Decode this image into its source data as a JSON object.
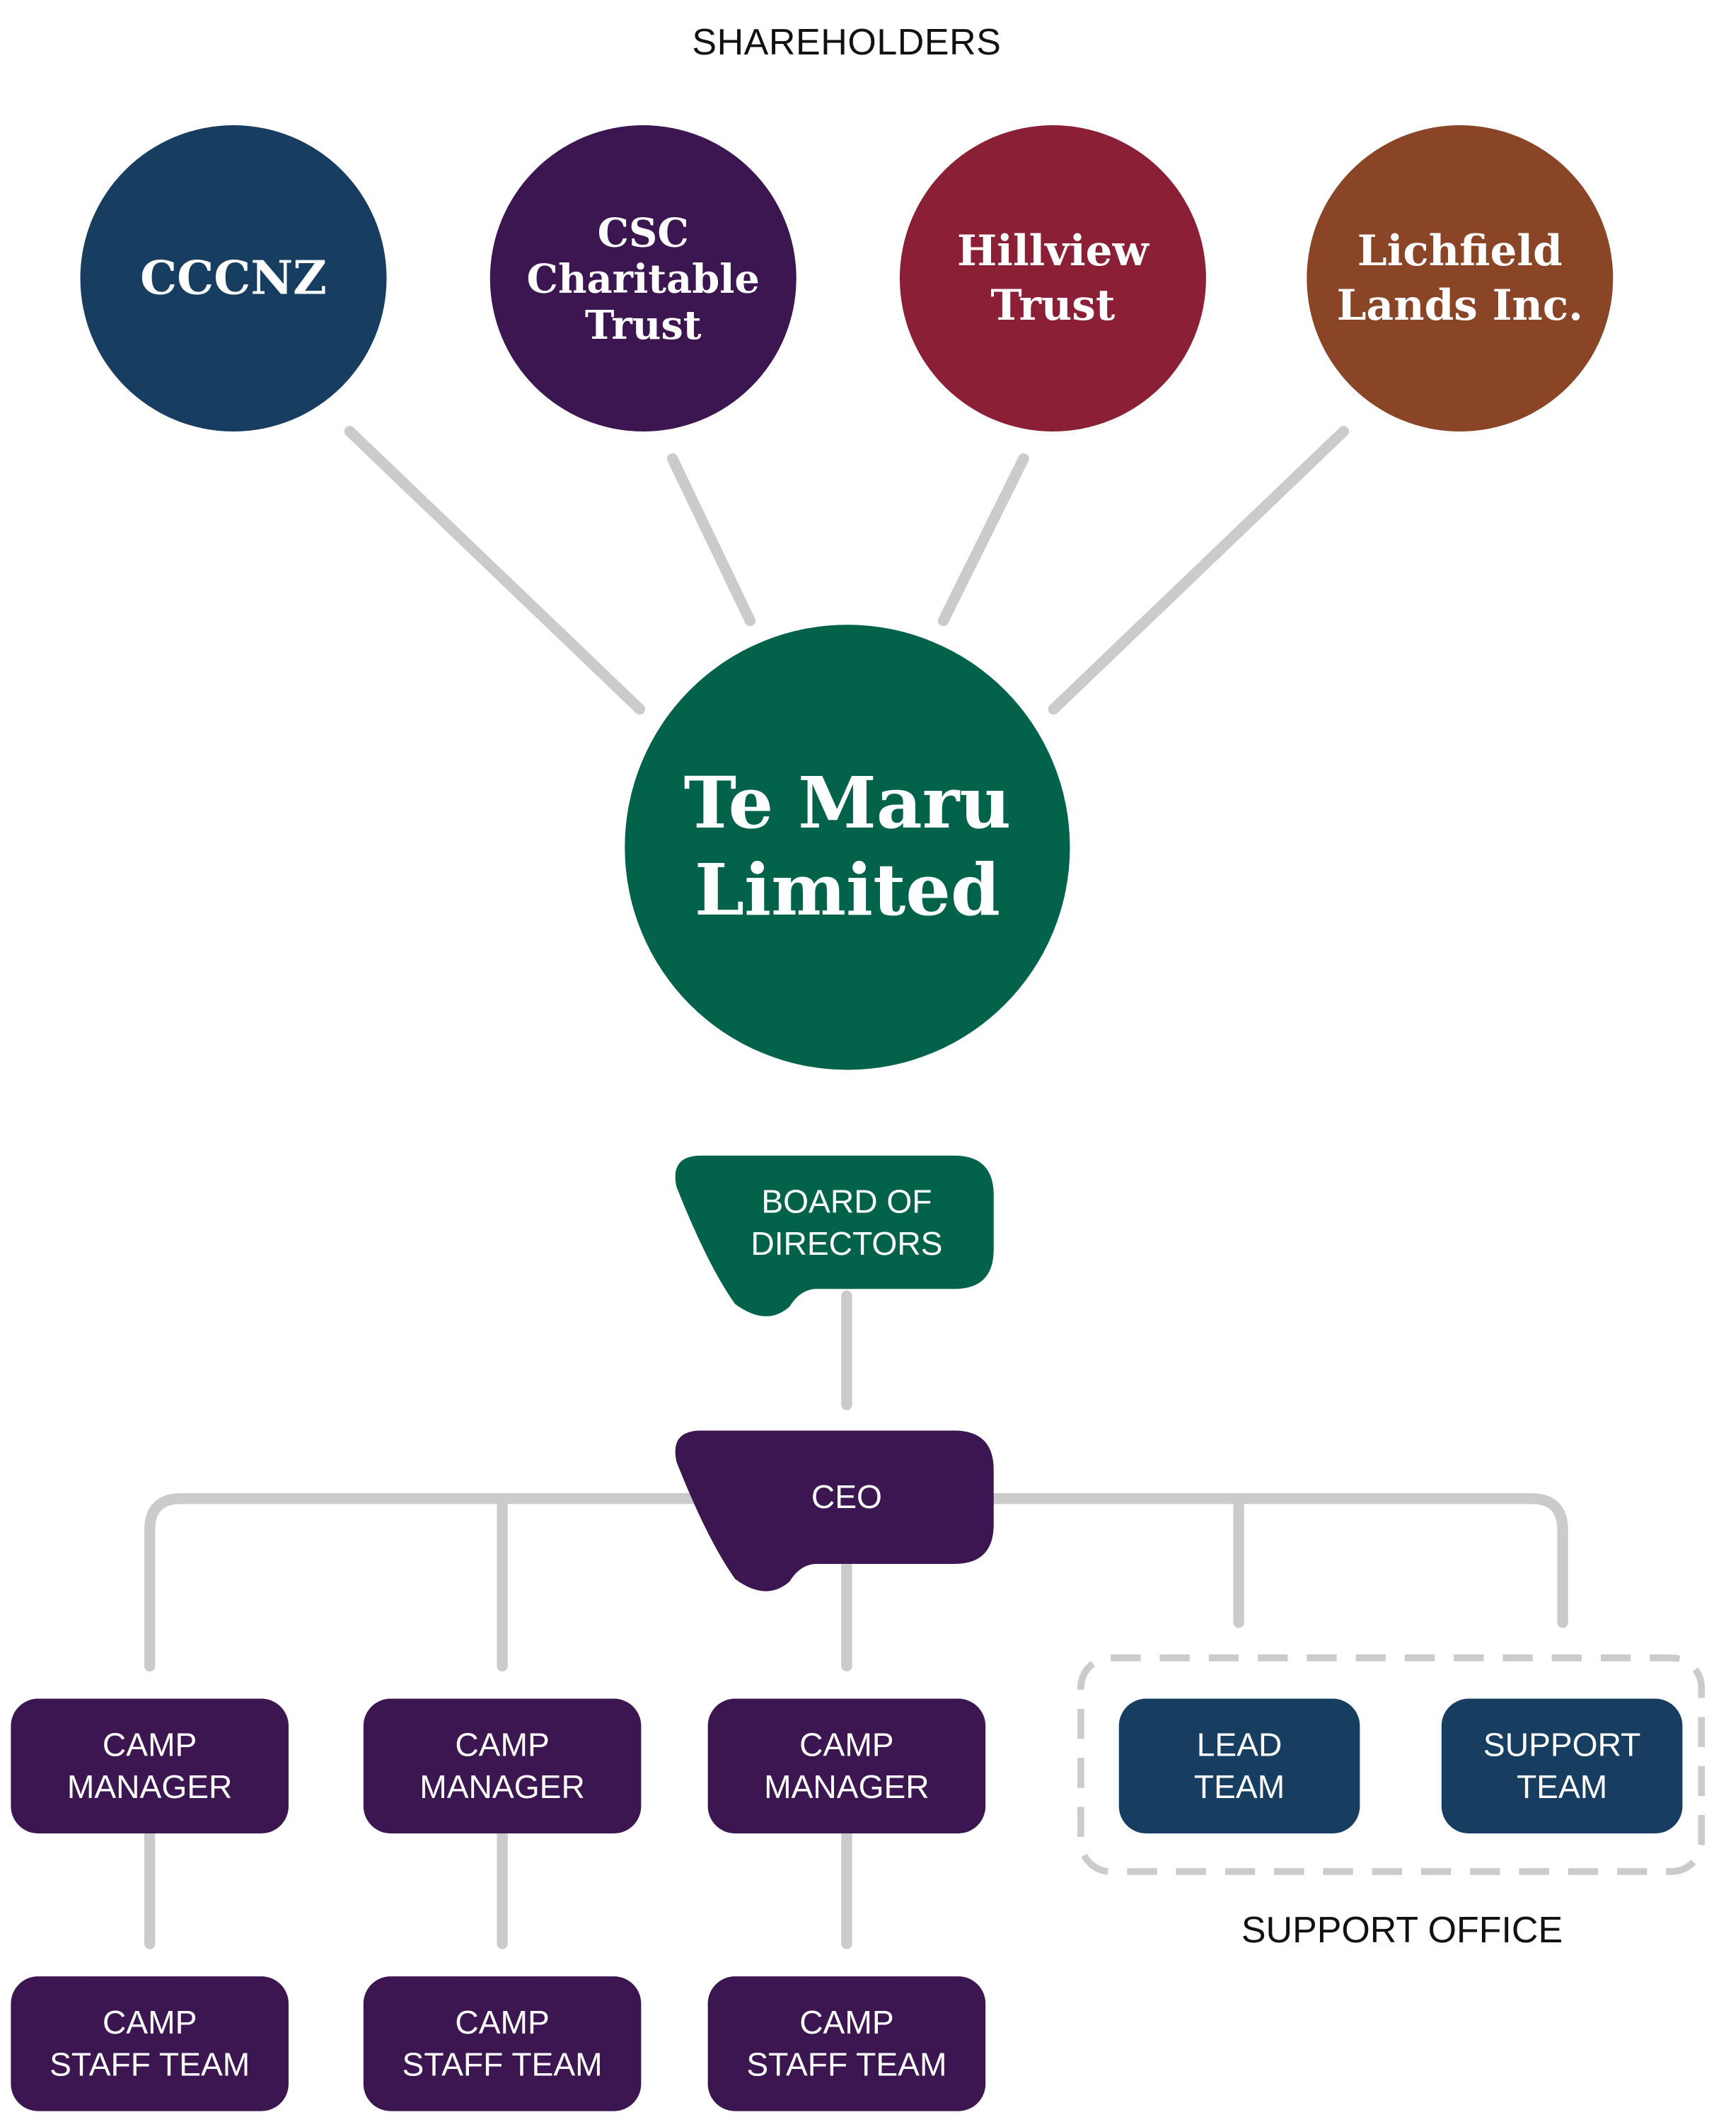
{
  "header": {
    "title": "SHAREHOLDERS"
  },
  "shareholders": [
    {
      "name": "CCCNZ",
      "color": "#173d60"
    },
    {
      "name": "CSC\nCharitable\nTrust",
      "color": "#3c1651"
    },
    {
      "name": "Hillview\nTrust",
      "color": "#8a1f35"
    },
    {
      "name": "Lichfield\nLands Inc.",
      "color": "#8a4527"
    }
  ],
  "company": {
    "name": "Te Maru\nLimited",
    "color": "#03634a"
  },
  "board": {
    "label": "BOARD OF\nDIRECTORS",
    "color": "#03634a"
  },
  "ceo": {
    "label": "CEO",
    "color": "#3c1651"
  },
  "camp_managers": [
    {
      "label": "CAMP\nMANAGER"
    },
    {
      "label": "CAMP\nMANAGER"
    },
    {
      "label": "CAMP\nMANAGER"
    }
  ],
  "camp_staff_teams": [
    {
      "label": "CAMP\nSTAFF TEAM"
    },
    {
      "label": "CAMP\nSTAFF TEAM"
    },
    {
      "label": "CAMP\nSTAFF TEAM"
    }
  ],
  "support_office": {
    "label": "SUPPORT OFFICE",
    "teams": [
      {
        "label": "LEAD\nTEAM"
      },
      {
        "label": "SUPPORT\nTEAM"
      }
    ],
    "team_color": "#173d60"
  },
  "colors": {
    "purple": "#3c1651",
    "connector": "#cbcbcb",
    "dashed_border": "#cbcbcb"
  }
}
